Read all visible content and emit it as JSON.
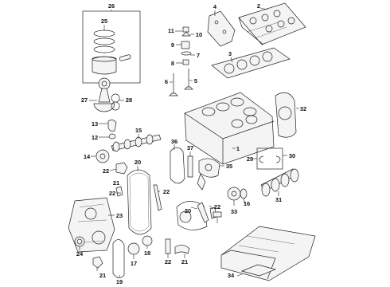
{
  "callouts": {
    "c1": "1",
    "c2": "2",
    "c3": "3",
    "c4": "4",
    "c5": "5",
    "c6": "6",
    "c7": "7",
    "c8": "8",
    "c9": "9",
    "c10": "10",
    "c11": "11",
    "c12": "12",
    "c13": "13",
    "c14": "14",
    "c15": "15",
    "c16": "16",
    "c17": "17",
    "c18": "18",
    "c19": "19",
    "c20a": "20",
    "c20b": "20",
    "c21a": "21",
    "c21b": "21",
    "c21c": "21",
    "c22a": "22",
    "c22b": "22",
    "c22c": "22",
    "c22d": "22",
    "c23": "23",
    "c24": "24",
    "c25": "25",
    "c26": "26",
    "c27": "27",
    "c28": "28",
    "c29": "29",
    "c30": "30",
    "c31": "31",
    "c32": "32",
    "c33": "33",
    "c34": "34",
    "c35": "35",
    "c36": "36",
    "c37": "37"
  }
}
